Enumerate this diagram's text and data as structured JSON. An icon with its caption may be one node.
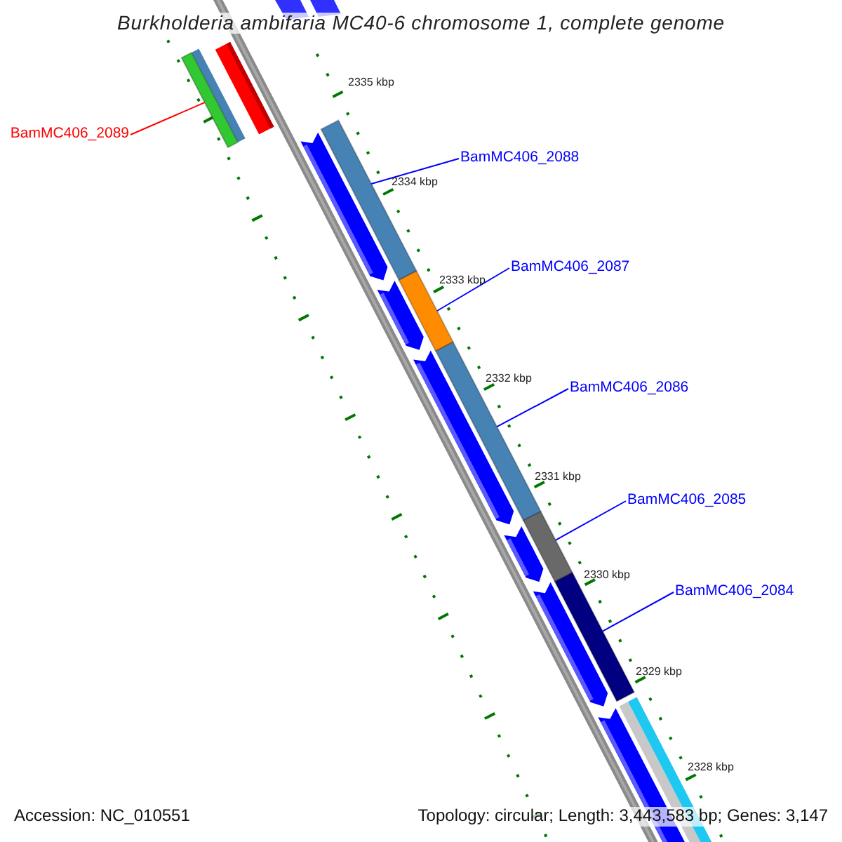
{
  "diagram": {
    "title": "Burkholderia ambifaria MC40-6 chromosome 1, complete genome",
    "nodes": [
      {
        "text": [
          "BamMC406_2089"
        ]
      },
      {
        "text": [],
        "shape": "bar"
      },
      {
        "text": [
          "BamMC406_2088"
        ]
      },
      {
        "text": [],
        "shape": "bar"
      },
      {
        "text": [
          "BamMC406_2087"
        ]
      },
      {
        "text": [],
        "shape": "bar"
      },
      {
        "text": [
          "BamMC406_2086"
        ]
      },
      {
        "text": [],
        "shape": "bar"
      },
      {
        "text": [
          "BamMC406_2085"
        ]
      },
      {
        "text": [],
        "shape": "bar"
      },
      {
        "text": [
          "BamMC406_2084"
        ]
      },
      {
        "text": [],
        "shape": "bar"
      }
    ],
    "edges": [
      {
        "from": 0,
        "to": 1,
        "arrow": "none",
        "color": "#ff0000"
      },
      {
        "from": 2,
        "to": 3,
        "arrow": "none"
      },
      {
        "from": 4,
        "to": 5,
        "arrow": "none"
      },
      {
        "from": 6,
        "to": 7,
        "arrow": "none"
      },
      {
        "from": 8,
        "to": 9,
        "arrow": "none"
      },
      {
        "from": 10,
        "to": 11,
        "arrow": "none"
      }
    ],
    "labels": [
      "2335 kbp",
      "2334 kbp",
      "2333 kbp",
      "2332 kbp",
      "2331 kbp",
      "2330 kbp",
      "2329 kbp",
      "2328 kbp",
      "Accession: NC_010551",
      "Topology: circular; Length: 3,443,583 bp; Genes: 3,147"
    ]
  }
}
